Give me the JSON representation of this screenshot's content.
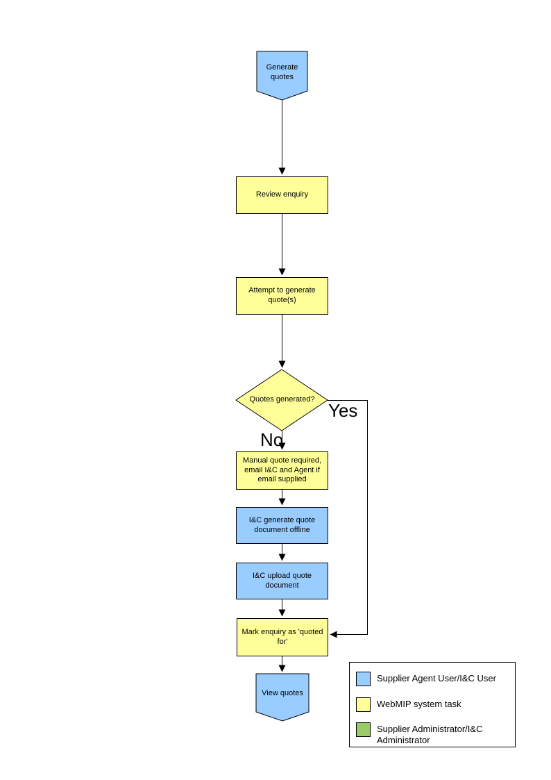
{
  "colors": {
    "agent_user": "#99CCFF",
    "system_task": "#FFFF99",
    "admin": "#99CC66",
    "line": "#000000"
  },
  "flowchart": {
    "nodes": {
      "start": {
        "label": "Generate quotes"
      },
      "review_enquiry": {
        "label": "Review enquiry"
      },
      "attempt_generate": {
        "label": "Attempt to generate quote(s)"
      },
      "quotes_generated": {
        "label": "Quotes generated?"
      },
      "manual_quote": {
        "label": "Manual quote required, email I&C and Agent if email supplied"
      },
      "generate_offline": {
        "label": "I&C generate quote document offline"
      },
      "upload_quote": {
        "label": "I&C upload quote document"
      },
      "mark_quoted": {
        "label": "Mark enquiry as 'quoted for'"
      },
      "end": {
        "label": "View quotes"
      }
    },
    "branch_labels": {
      "yes": "Yes",
      "no": "No"
    }
  },
  "legend": {
    "items": [
      {
        "label": "Supplier Agent User/I&C User",
        "color": "#99CCFF"
      },
      {
        "label": "WebMIP system task",
        "color": "#FFFF99"
      },
      {
        "label": "Supplier Administrator/I&C Administrator",
        "color": "#99CC66"
      }
    ]
  }
}
